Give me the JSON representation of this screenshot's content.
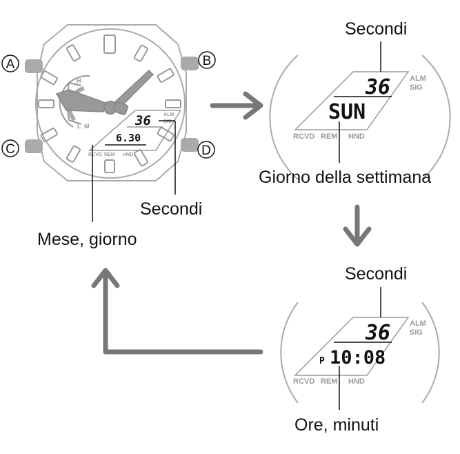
{
  "buttons": {
    "a": "A",
    "b": "B",
    "c": "C",
    "d": "D"
  },
  "watch_display": {
    "seconds": "36",
    "month_day": "6.30",
    "alm": "ALM",
    "sig": "SIG",
    "indicators": [
      "RCVD",
      "REM",
      "HND"
    ],
    "subdial_letters": [
      "H",
      "M",
      "L"
    ]
  },
  "screen_weekday": {
    "seconds": "36",
    "weekday": "SUN",
    "alm": "ALM",
    "sig": "SIG",
    "indicators": [
      "RCVD",
      "REM",
      "HND"
    ]
  },
  "screen_time": {
    "seconds": "36",
    "pm": "P",
    "time": "10:08",
    "alm": "ALM",
    "sig": "SIG",
    "indicators": [
      "RCVD",
      "REM",
      "HND"
    ]
  },
  "labels": {
    "seconds_watch": "Secondi",
    "month_day": "Mese, giorno",
    "seconds_weekday": "Secondi",
    "weekday": "Giorno della settimana",
    "seconds_time": "Secondi",
    "hours_minutes": "Ore, minuti"
  }
}
